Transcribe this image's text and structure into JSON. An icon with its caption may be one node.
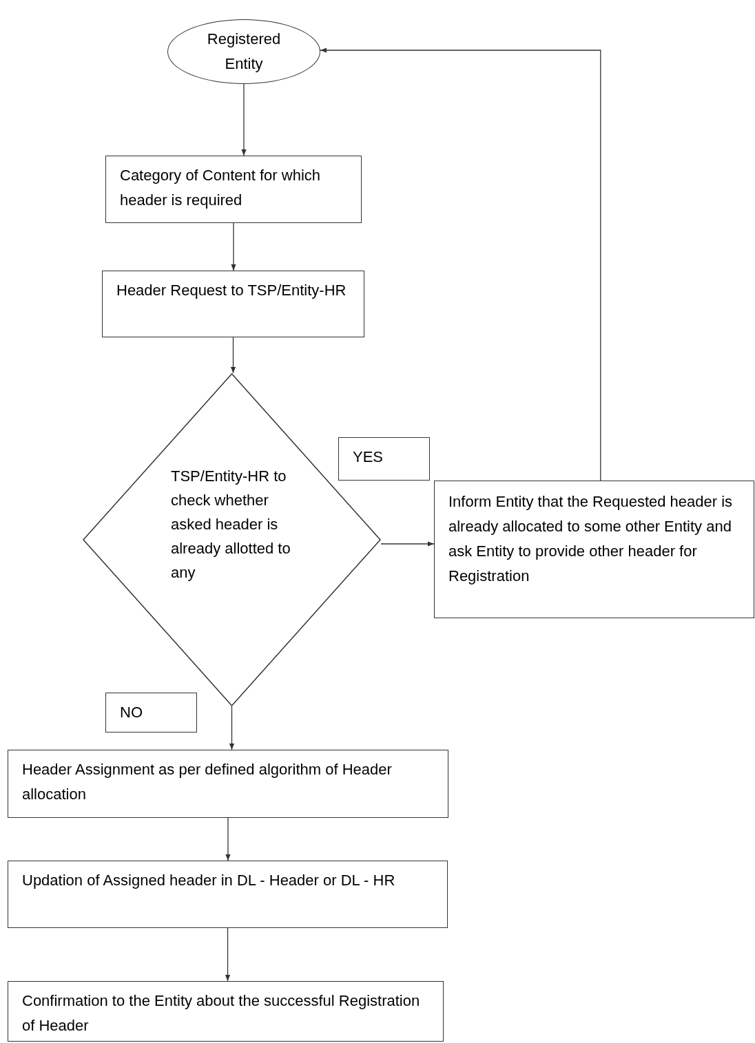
{
  "diagram": {
    "nodes": [
      {
        "text": [
          "Registered Entity"
        ]
      },
      {
        "text": [
          "Category of Content for which header is required"
        ]
      },
      {
        "text": [
          "Header Request to TSP/Entity-HR"
        ]
      },
      {
        "text": [
          "TSP/Entity-HR to check whether asked header is already allotted to any"
        ]
      },
      {
        "text": [
          "YES"
        ]
      },
      {
        "text": [
          "Inform Entity that the Requested header is already allocated to some other Entity and ask Entity to provide other header for Registration"
        ]
      },
      {
        "text": [
          "NO"
        ]
      },
      {
        "text": [
          "Header Assignment as per defined algorithm of Header allocation"
        ]
      },
      {
        "text": [
          "Updation of Assigned header in DL - Header or DL - HR"
        ]
      },
      {
        "text": [
          "Confirmation to the Entity about the successful Registration of Header"
        ]
      }
    ],
    "edges": [
      {
        "from": 0,
        "to": 1,
        "arrow": "to"
      },
      {
        "from": 1,
        "to": 2,
        "arrow": "to"
      },
      {
        "from": 2,
        "to": 3,
        "arrow": "to"
      },
      {
        "from": 3,
        "to": 5,
        "arrow": "to"
      },
      {
        "from": 5,
        "to": 0,
        "arrow": "to"
      },
      {
        "from": 3,
        "to": 7,
        "arrow": "to"
      },
      {
        "from": 7,
        "to": 8,
        "arrow": "to"
      },
      {
        "from": 8,
        "to": 9,
        "arrow": "to"
      }
    ]
  }
}
